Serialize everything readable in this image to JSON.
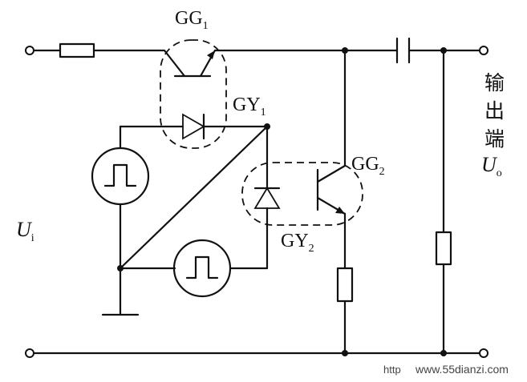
{
  "labels": {
    "gg1": "GG",
    "gg1_sub": "1",
    "gy1": "GY",
    "gy1_sub": "1",
    "gg2": "GG",
    "gg2_sub": "2",
    "gy2": "GY",
    "gy2_sub": "2",
    "ui": "U",
    "ui_sub": "i",
    "output_chars": [
      "输",
      "出",
      "端"
    ],
    "uo": "U",
    "uo_sub": "o",
    "watermark_prefix": "http",
    "watermark_site": "www.55dianzi.com"
  },
  "components": {
    "resistor_input": "resistor-icon",
    "optocoupler_1": "phototransistor-icon",
    "led_1": "led-diode-icon",
    "optocoupler_2": "phototransistor-icon",
    "photodiode_2": "photodiode-icon",
    "pulse_source_1": "pulse-source-icon",
    "pulse_source_2": "pulse-source-icon",
    "capacitor_output": "capacitor-icon",
    "resistor_emitter": "resistor-icon",
    "resistor_load": "resistor-icon",
    "ground": "ground-icon"
  },
  "colors": {
    "ink": "#111111",
    "background": "#ffffff"
  }
}
